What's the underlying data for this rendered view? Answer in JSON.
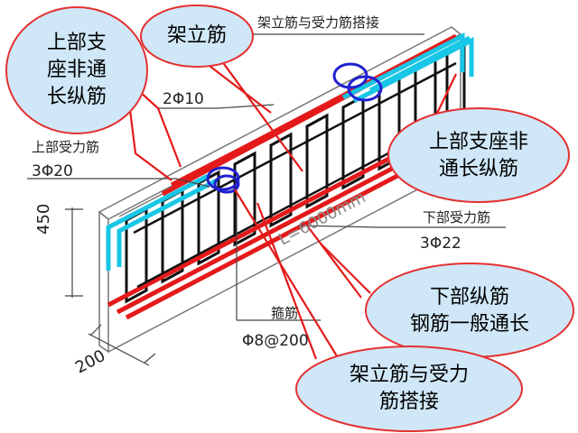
{
  "labels": {
    "top_center": "架立筋与受力筋搭接",
    "erect_bar_spec": "2Φ10",
    "top_bar_title": "上部受力筋",
    "top_bar_spec": "3Φ20",
    "height": "450",
    "width": "200",
    "length": "L=6000mm",
    "bottom_bar_title": "下部受力筋",
    "bottom_bar_spec": "3Φ22",
    "stirrup_title": "箍筋",
    "stirrup_spec": "Φ8@200"
  },
  "callouts": {
    "top_left": [
      "上部支",
      "座非通",
      "长纵筋"
    ],
    "top_center": "架立筋",
    "right_upper": [
      "上部支座非",
      "通长纵筋"
    ],
    "right_lower": [
      "下部纵筋",
      "钢筋一般通长"
    ],
    "bottom": [
      "架立筋与受力",
      "筋搭接"
    ]
  },
  "colors": {
    "callout_fill": "#cfe7f7",
    "callout_border": "#e53030",
    "rebar_red": "#e41a1a",
    "rebar_cyan": "#18c6e6",
    "marker_blue": "#2020d0"
  }
}
